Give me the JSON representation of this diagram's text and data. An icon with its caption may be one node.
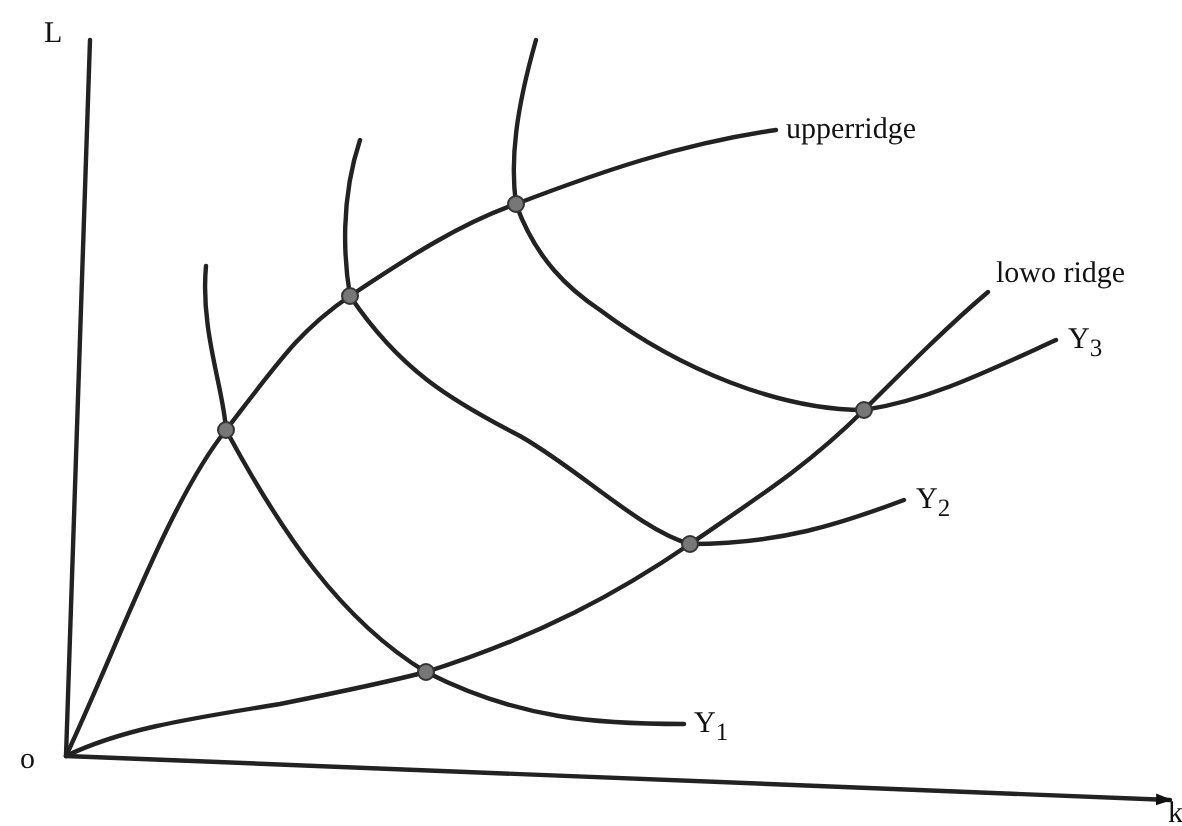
{
  "diagram": {
    "labels": [
      "L",
      "upperridge",
      "lowo ridge",
      "Y$_{3}$",
      "Y$_{2}$",
      "Y$_{1}$",
      "o",
      "k"
    ]
  }
}
